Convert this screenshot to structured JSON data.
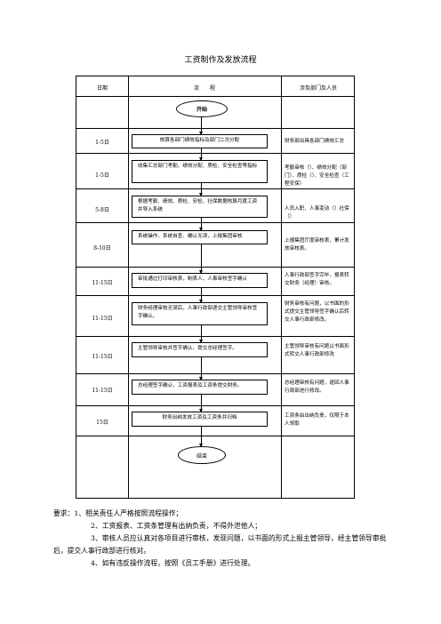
{
  "title": "工资制作及发放流程",
  "table": {
    "headers": {
      "date": "日期",
      "flow": "流　　程",
      "dept": "涉及部门及人员"
    },
    "start": "开始",
    "end": "结束",
    "rows": [
      {
        "date": "1-5日",
        "step": "核算各部门绩效指标及部门二次分配",
        "dept": "财务部出具各部门绩效汇总"
      },
      {
        "date": "1-5日",
        "step": "收集汇总部门考勤、绩效分配、质检、安全检查等指标",
        "dept": "考勤审核（）、绩效分配（部门）、质检（）、安全检查（工程安保）"
      },
      {
        "date": "5-8日",
        "step": "根据考勤、绩效、质检、安检、社保数据核算月度工资并导入系统",
        "dept": "人员入职、人事变动（）社保（）"
      },
      {
        "date": "8-10日",
        "step": "系统操作、系统自查、确认无误，上报集团审核",
        "dept": "上报集团厅度审核表，累计发放审核表。"
      },
      {
        "date": "11-15日",
        "step": "审批通过打印审核表，制表人、人事审核签字确认",
        "dept": "人事行政部签字完毕，报表转交财务（经理）审核。"
      },
      {
        "date": "11-15日",
        "step": "财务经理审核无误后，人事行政部递交主管领导审核签字确认。",
        "dept": "财务审核有问题，以书面的形式提交主管领导签字确认后转交人事行政部修改。"
      },
      {
        "date": "11-15日",
        "step": "主管领导审核并签字确认，提交总经理签字。",
        "dept": "主管领导审核有问题以书面形式转交人事行政部修改"
      },
      {
        "date": "11-15日",
        "step": "总经理签字确认，工资报表及工资条提交财务。",
        "dept": "总经理审核有问题，退回人事行政部进行修改。"
      },
      {
        "date": "15日",
        "step": "财务出纳发放工资及工资条并归档",
        "dept": "工资条由出纳负责，仅限于本人领取"
      }
    ]
  },
  "requirements": {
    "lead": "要求：",
    "items": [
      "1、相关责任人严格按照流程操作；",
      "2、工资报表、工资条管理有出纳负责，不得外泄他人；",
      "3、审核人员应认真对各项目进行审核，发现问题，以书面的形式上报主管领导，经主管领导审批后，提交人事行政部进行核对。",
      "4、如有违反操作流程，按照《员工手册》进行处理。"
    ]
  }
}
